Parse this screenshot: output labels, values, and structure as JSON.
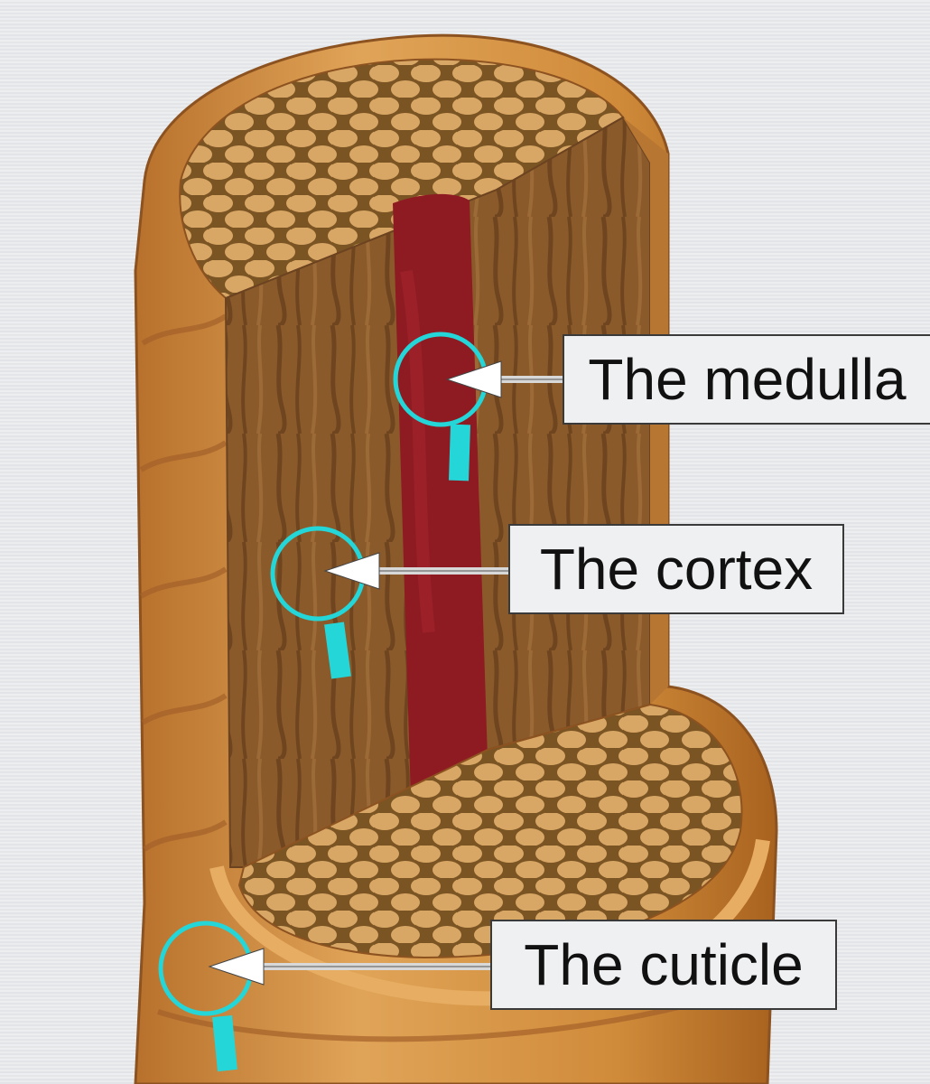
{
  "labels": {
    "medulla": "The medulla",
    "cortex": "The cortex",
    "cuticle": "The cuticle"
  },
  "colors": {
    "background": "#e6e8ea",
    "outer_cuticle": "#d4913f",
    "cortex_fibers": "#8a5a2b",
    "medulla": "#8e1b22",
    "cell_fill": "#d9a765",
    "magnifier": "#25d6d8",
    "pointer": "#ffffff"
  },
  "icons": [
    "magnifier-icon",
    "arrow-pointer-icon"
  ]
}
